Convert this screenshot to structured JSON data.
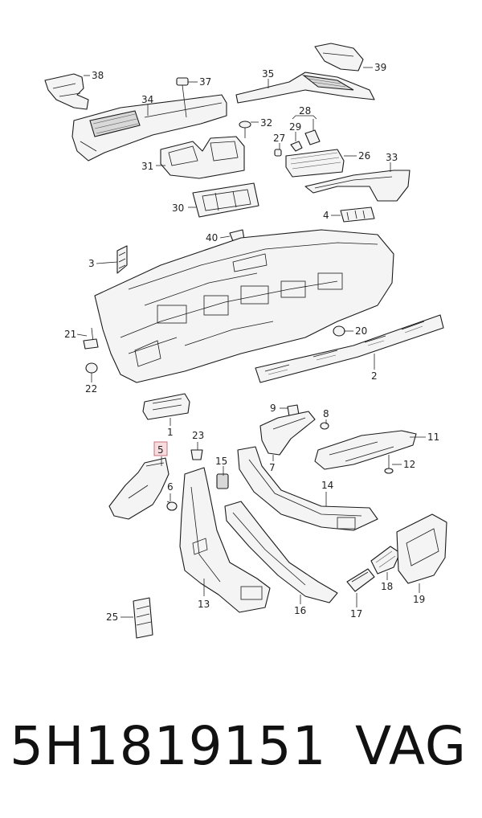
{
  "diagram": {
    "callouts": [
      {
        "id": "c1",
        "label": "1"
      },
      {
        "id": "c2",
        "label": "2"
      },
      {
        "id": "c3",
        "label": "3"
      },
      {
        "id": "c4",
        "label": "4"
      },
      {
        "id": "c5",
        "label": "5"
      },
      {
        "id": "c6",
        "label": "6"
      },
      {
        "id": "c7",
        "label": "7"
      },
      {
        "id": "c8",
        "label": "8"
      },
      {
        "id": "c9",
        "label": "9"
      },
      {
        "id": "c11",
        "label": "11"
      },
      {
        "id": "c12",
        "label": "12"
      },
      {
        "id": "c13",
        "label": "13"
      },
      {
        "id": "c14",
        "label": "14"
      },
      {
        "id": "c15",
        "label": "15"
      },
      {
        "id": "c16",
        "label": "16"
      },
      {
        "id": "c17",
        "label": "17"
      },
      {
        "id": "c18",
        "label": "18"
      },
      {
        "id": "c19",
        "label": "19"
      },
      {
        "id": "c20",
        "label": "20"
      },
      {
        "id": "c21",
        "label": "21"
      },
      {
        "id": "c22",
        "label": "22"
      },
      {
        "id": "c23",
        "label": "23"
      },
      {
        "id": "c25",
        "label": "25"
      },
      {
        "id": "c26",
        "label": "26"
      },
      {
        "id": "c27",
        "label": "27"
      },
      {
        "id": "c28",
        "label": "28"
      },
      {
        "id": "c29",
        "label": "29"
      },
      {
        "id": "c30",
        "label": "30"
      },
      {
        "id": "c31",
        "label": "31"
      },
      {
        "id": "c32",
        "label": "32"
      },
      {
        "id": "c33",
        "label": "33"
      },
      {
        "id": "c34",
        "label": "34"
      },
      {
        "id": "c35",
        "label": "35"
      },
      {
        "id": "c37",
        "label": "37"
      },
      {
        "id": "c38",
        "label": "38"
      },
      {
        "id": "c39",
        "label": "39"
      },
      {
        "id": "c40",
        "label": "40"
      }
    ],
    "highlighted_callout": "5",
    "highlight_color": "#f7dde0"
  },
  "footer": {
    "part_number": "5H1819151",
    "brand": "VAG"
  }
}
